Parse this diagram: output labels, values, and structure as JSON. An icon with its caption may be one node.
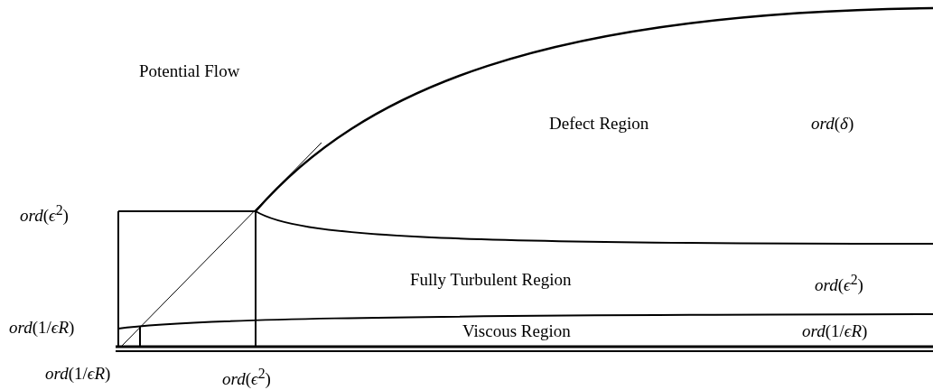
{
  "diagram": {
    "labels": [
      "Potential Flow",
      "Defect Region",
      "*ord*(*δ*)",
      "*ord*(*ϵ*$^{2}$)",
      "Fully Turbulent Region",
      "*ord*(*ϵ*$^{2}$)",
      "*ord*(1/*ϵR*)",
      "Viscous Region",
      "*ord*(1/*ϵR*)",
      "*ord*(1/*ϵR*)",
      "*ord*(*ϵ*$^{2}$)"
    ]
  }
}
